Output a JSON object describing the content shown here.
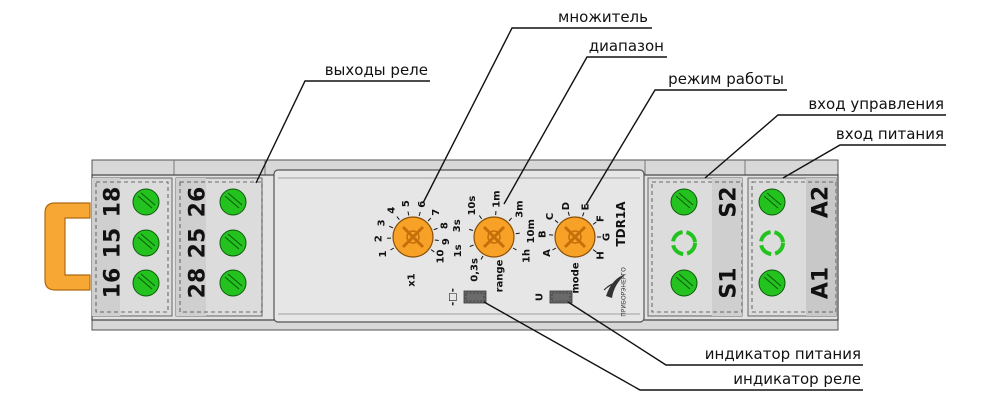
{
  "callouts": {
    "multiplier": "множитель",
    "range": "диапазон",
    "relay_outputs": "выходы реле",
    "mode": "режим работы",
    "control_input": "вход управления",
    "power_input": "вход питания",
    "power_indicator": "индикатор питания",
    "relay_indicator": "индикатор реле"
  },
  "terminals": {
    "left_top": "18",
    "left_mid": "15",
    "left_bot": "16",
    "second_top": "26",
    "second_mid": "25",
    "second_bot": "28",
    "control_top": "S2",
    "control_bot": "S1",
    "power_top": "A2",
    "power_bot": "A1"
  },
  "device": {
    "model": "TDR1A",
    "brand": "ПРИБОРЭНЕРГО",
    "led_relay_symbol": "-□-",
    "led_power_symbol": "U"
  },
  "dials": {
    "multiplier": {
      "label": "x1",
      "scale": [
        "1",
        "2",
        "3",
        "4",
        "5",
        "6",
        "7",
        "8",
        "9",
        "10"
      ]
    },
    "range": {
      "label": "range",
      "scale": [
        "0,3s",
        "1s",
        "3s",
        "10s",
        "1m",
        "3m",
        "10m",
        "1h"
      ]
    },
    "mode": {
      "label": "mode",
      "scale": [
        "A",
        "B",
        "C",
        "D",
        "E",
        "F",
        "G",
        "H"
      ]
    }
  },
  "colors": {
    "terminal_green": "#23c21f",
    "dial_orange": "#f7a226",
    "tab_orange": "#f7a733",
    "housing_gray": "#dedede",
    "line": "#111111"
  }
}
